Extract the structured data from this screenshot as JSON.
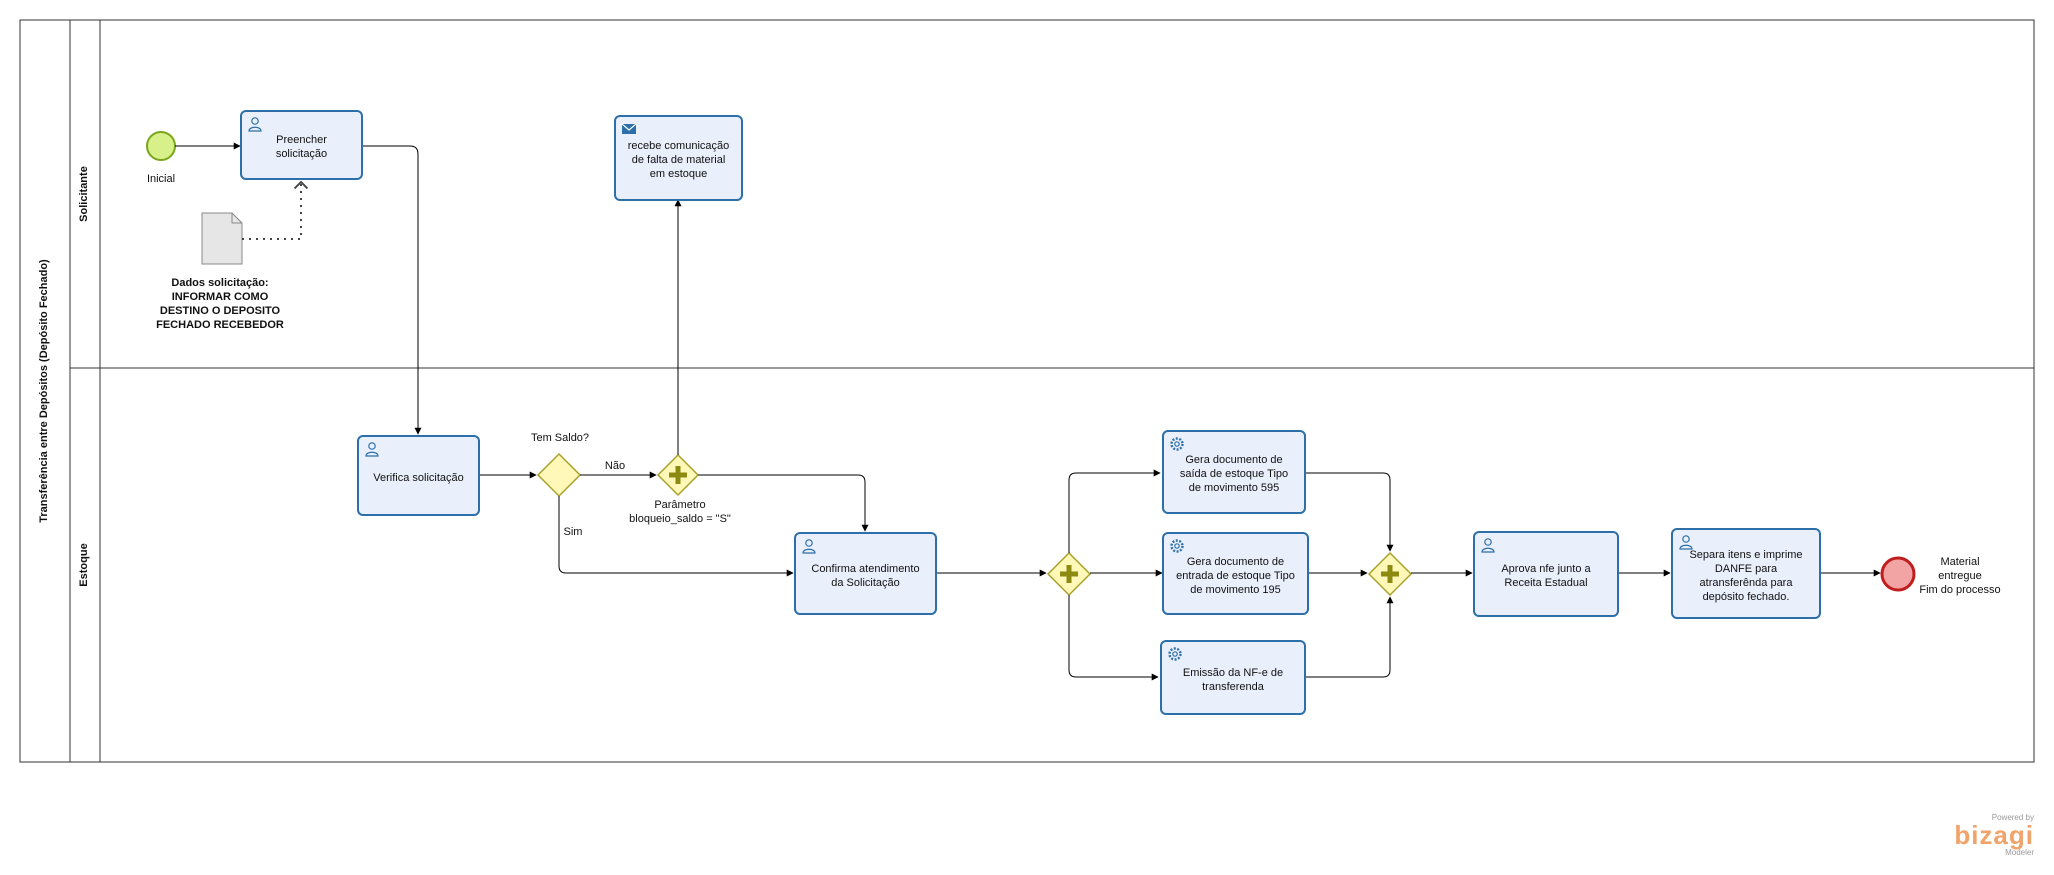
{
  "pool": {
    "title": "Transferência entre Depósitos (Depósito Fechado)"
  },
  "lanes": {
    "solicitante": "Solicitante",
    "estoque": "Estoque"
  },
  "events": {
    "start": "Inicial",
    "end_line1": "Material",
    "end_line2": "entregue",
    "end_line3": "Fim do processo"
  },
  "tasks": {
    "preencher": "Preencher solicitação",
    "recebe": "recebe comunicação de falta de material em estoque",
    "verifica": "Verifica solicitação",
    "confirma": "Confirma atendimento da Solicitação",
    "gera_saida": "Gera documento  de saída de estoque Tipo de movimento 595",
    "gera_entrada": "Gera documento  de entrada de estoque Tipo de movimento 195",
    "emissao": "Emissão da NF-e de transferenda",
    "aprova": "Aprova nfe junto a Receita Estadual",
    "separa": "Separa itens e imprime DANFE para atransferênda para depósito fechado."
  },
  "data_object": {
    "line1": "Dados solicitação:",
    "line2": "INFORMAR COMO",
    "line3": "DESTINO O DEPOSITO",
    "line4": "FECHADO RECEBEDOR"
  },
  "gateways": {
    "tem_saldo": "Tem Saldo?",
    "nao": "Não",
    "sim": "Sim",
    "param_line1": "Parâmetro",
    "param_line2": "bloqueio_saldo = \"S\""
  },
  "branding": {
    "powered": "Powered by",
    "name": "bizagi",
    "product": "Modeler"
  },
  "colors": {
    "task_fill": "#e9effb",
    "task_border": "#2d6fa8",
    "start_fill": "#d8f08a",
    "start_stroke": "#7aa61c",
    "end_fill": "#f2a3a3",
    "end_stroke": "#c01e1e",
    "gateway_fill": "#fff8b8",
    "gateway_stroke": "#a9a12a",
    "parallel_plus": "#8c8a10",
    "brand": "#f0a36b"
  }
}
